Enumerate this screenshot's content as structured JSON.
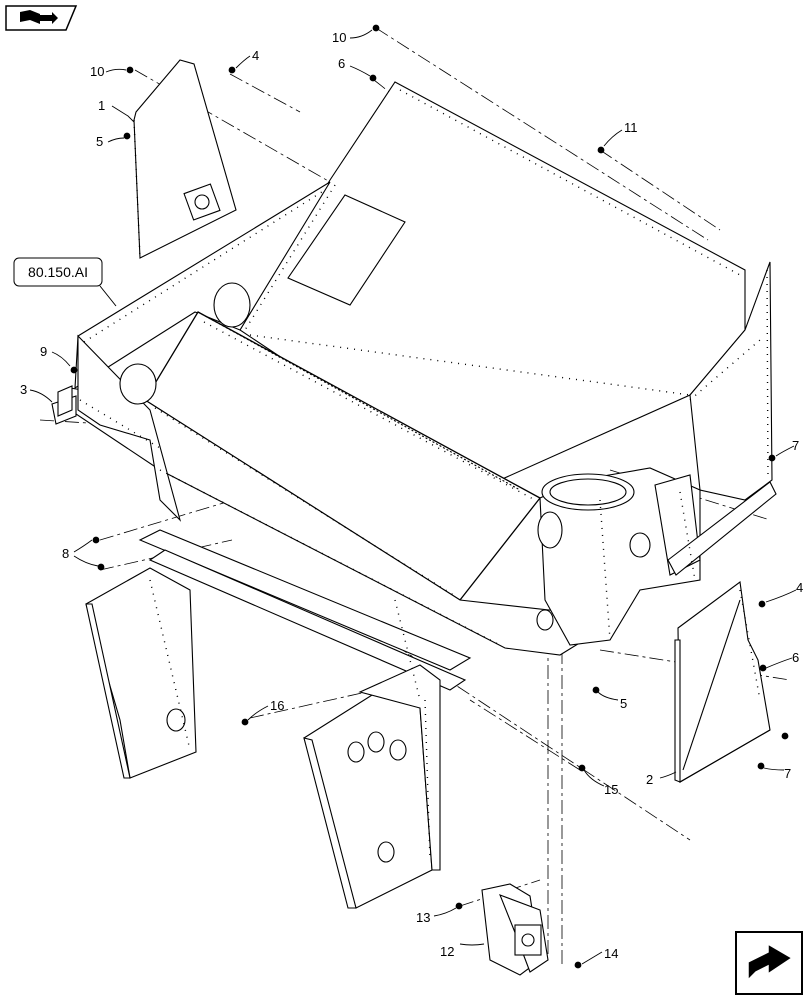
{
  "reference_box": {
    "text": "80.150.AI"
  },
  "callouts": [
    {
      "id": "c10a",
      "text": "10"
    },
    {
      "id": "c4a",
      "text": "4"
    },
    {
      "id": "c1",
      "text": "1"
    },
    {
      "id": "c5a",
      "text": "5"
    },
    {
      "id": "c10b",
      "text": "10"
    },
    {
      "id": "c6a",
      "text": "6"
    },
    {
      "id": "c11",
      "text": "11"
    },
    {
      "id": "c9",
      "text": "9"
    },
    {
      "id": "c3",
      "text": "3"
    },
    {
      "id": "c8",
      "text": "8"
    },
    {
      "id": "c7a",
      "text": "7"
    },
    {
      "id": "c4b",
      "text": "4"
    },
    {
      "id": "c6b",
      "text": "6"
    },
    {
      "id": "c5b",
      "text": "5"
    },
    {
      "id": "c16",
      "text": "16"
    },
    {
      "id": "c15",
      "text": "15"
    },
    {
      "id": "c2",
      "text": "2"
    },
    {
      "id": "c7b",
      "text": "7"
    },
    {
      "id": "c13",
      "text": "13"
    },
    {
      "id": "c12",
      "text": "12"
    },
    {
      "id": "c14",
      "text": "14"
    }
  ],
  "icons": {
    "top_left": "book-navigation-icon",
    "bottom_right": "next-page-arrow-icon"
  },
  "colors": {
    "line": "#000000",
    "background": "#ffffff"
  }
}
